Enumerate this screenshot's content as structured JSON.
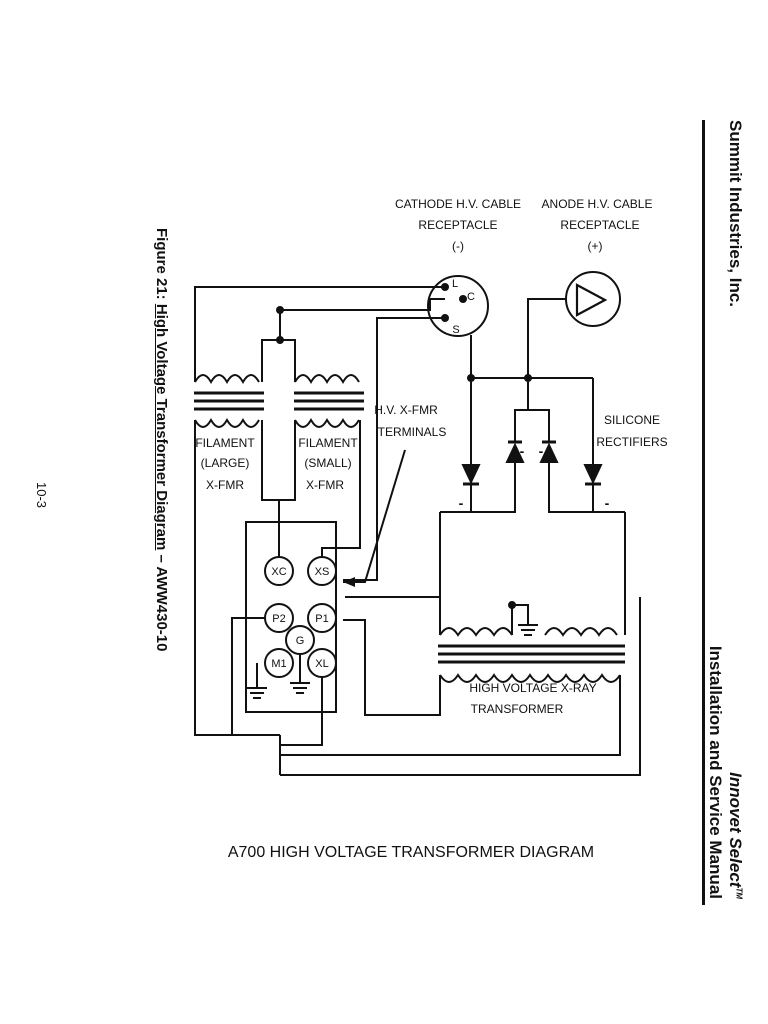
{
  "header": {
    "company": "Summit Industries, Inc.",
    "product": "Innovet Select",
    "trademark": "TM",
    "manual": "Installation and Service Manual"
  },
  "caption": {
    "prefix": "Figure 21: ",
    "title": "High Voltage Transformer Diagram",
    "suffix": " – AWW430-10"
  },
  "page_number": "10-3",
  "diagram": {
    "title": "A700 HIGH VOLTAGE TRANSFORMER DIAGRAM",
    "cathode": {
      "line1": "CATHODE H.V. CABLE",
      "line2": "RECEPTACLE",
      "polarity": "(-)",
      "pin_l": "L",
      "pin_c": "C",
      "pin_s": "S"
    },
    "anode": {
      "line1": "ANODE H.V. CABLE",
      "line2": "RECEPTACLE",
      "polarity": "(+)"
    },
    "filament_large": {
      "line1": "FILAMENT",
      "line2": "(LARGE)",
      "line3": "X-FMR"
    },
    "filament_small": {
      "line1": "FILAMENT",
      "line2": "(SMALL)",
      "line3": "X-FMR"
    },
    "hv_terminals": {
      "line1": "H.V. X-FMR",
      "line2": "TERMINALS"
    },
    "rectifiers": {
      "line1": "SILICONE",
      "line2": "RECTIFIERS"
    },
    "hv_transformer": {
      "line1": "HIGH VOLTAGE X-RAY",
      "line2": "TRANSFORMER"
    },
    "terminals": {
      "xc": "XC",
      "xs": "XS",
      "p2": "P2",
      "p1": "P1",
      "g": "G",
      "m1": "M1",
      "xl": "XL"
    },
    "minus_sign": "-"
  }
}
